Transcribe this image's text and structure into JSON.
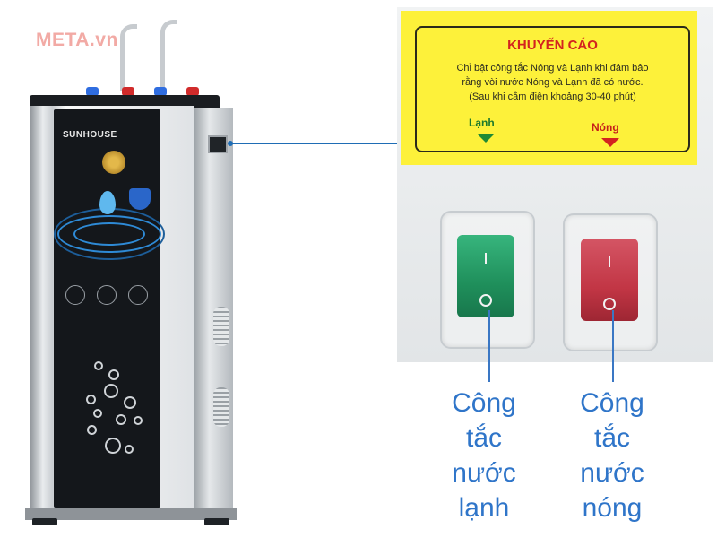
{
  "watermark": "META.vn",
  "product": {
    "brand": "SUNHOUSE",
    "colors": {
      "cold_valve": "#2f6de0",
      "hot_valve": "#d12b2b",
      "panel": "#14171b",
      "accent": "#2e8ad6"
    }
  },
  "warning_sticker": {
    "title": "KHUYẾN CÁO",
    "lines": [
      "Chỉ bật công tắc Nóng và Lạnh khi đảm bảo",
      "rằng vòi nước Nóng và Lạnh đã có nước.",
      "(Sau khi cắm điện khoảng 30-40 phút)"
    ],
    "cold_label": "Lạnh",
    "hot_label": "Nóng"
  },
  "switches": {
    "cold": {
      "on_symbol": "I",
      "off_symbol": "O",
      "color": "#24a06b"
    },
    "hot": {
      "on_symbol": "I",
      "off_symbol": "O",
      "color": "#c73a48"
    }
  },
  "captions": {
    "cold": [
      "Công",
      "tắc",
      "nước",
      "lạnh"
    ],
    "hot": [
      "Công",
      "tắc",
      "nước",
      "nóng"
    ]
  }
}
